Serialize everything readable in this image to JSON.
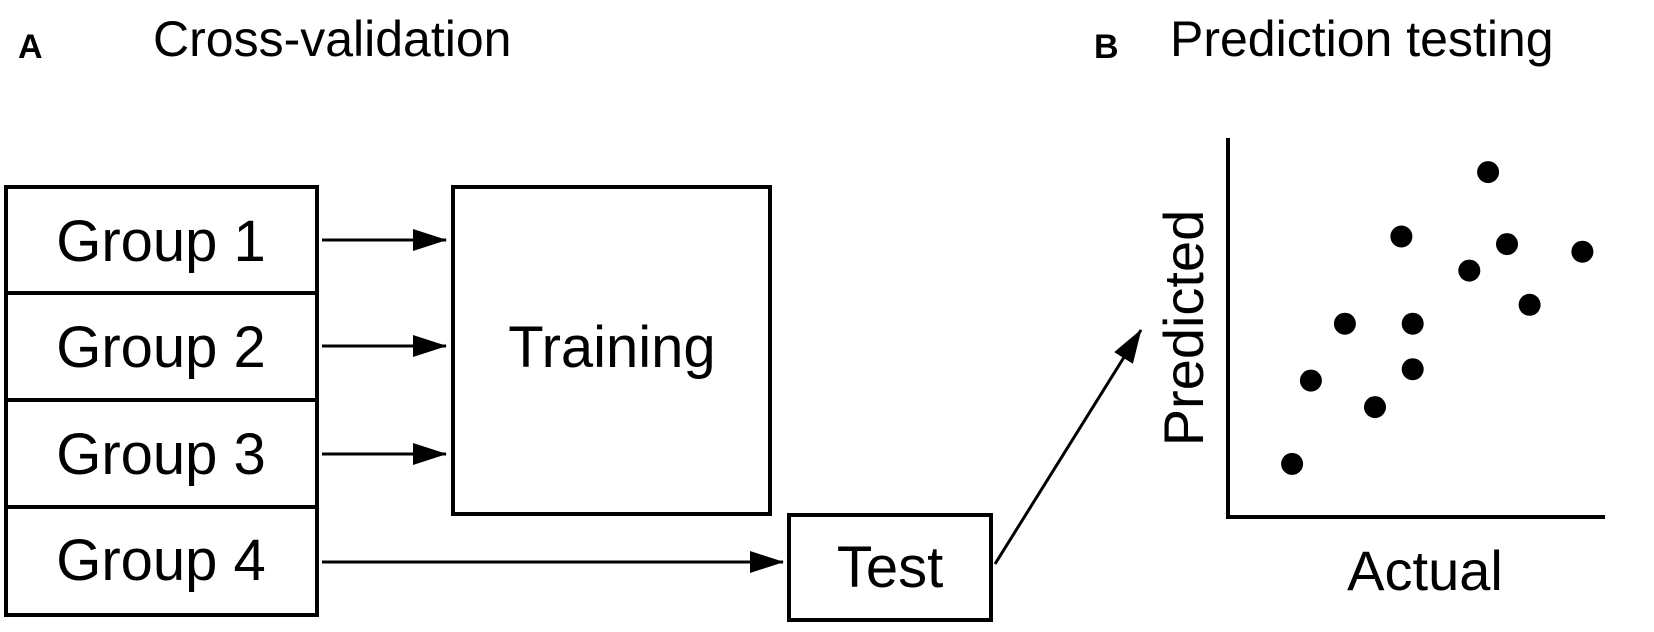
{
  "panels": {
    "a": {
      "letter": "A",
      "title": "Cross-validation",
      "groups": [
        "Group 1",
        "Group 2",
        "Group 3",
        "Group 4"
      ],
      "training_label": "Training",
      "test_label": "Test"
    },
    "b": {
      "letter": "B",
      "title": "Prediction testing",
      "xlabel": "Actual",
      "ylabel": "Predicted"
    }
  },
  "chart_data": {
    "type": "scatter",
    "xlabel": "Actual",
    "ylabel": "Predicted",
    "points": [
      {
        "x": 0.17,
        "y": 0.14
      },
      {
        "x": 0.22,
        "y": 0.36
      },
      {
        "x": 0.31,
        "y": 0.51
      },
      {
        "x": 0.39,
        "y": 0.29
      },
      {
        "x": 0.46,
        "y": 0.74
      },
      {
        "x": 0.49,
        "y": 0.51
      },
      {
        "x": 0.49,
        "y": 0.39
      },
      {
        "x": 0.64,
        "y": 0.65
      },
      {
        "x": 0.69,
        "y": 0.91
      },
      {
        "x": 0.74,
        "y": 0.72
      },
      {
        "x": 0.8,
        "y": 0.56
      },
      {
        "x": 0.94,
        "y": 0.7
      }
    ],
    "xlim": [
      0,
      1
    ],
    "ylim": [
      0,
      1
    ],
    "grid": false
  }
}
